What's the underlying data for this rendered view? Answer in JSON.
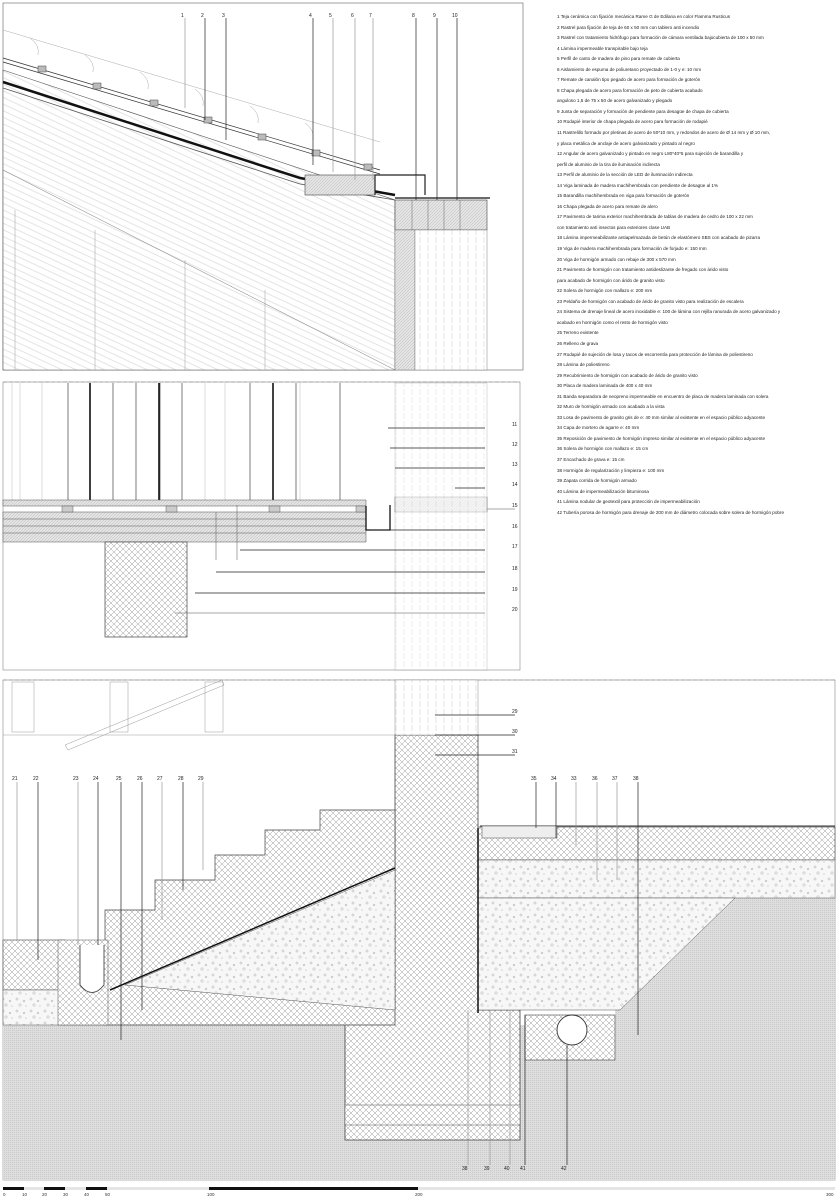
{
  "drawing": {
    "type": "construction-section-detail",
    "panels": [
      "roof-eave-section",
      "ceiling-floor-section",
      "foundation-stair-section"
    ]
  },
  "callouts": {
    "top": [
      "1",
      "2",
      "3",
      "4",
      "5",
      "6",
      "7",
      "8",
      "9",
      "10"
    ],
    "right_middle": [
      "11",
      "12",
      "13",
      "14",
      "15",
      "16",
      "17",
      "18",
      "19",
      "20"
    ],
    "right_lower": [
      "29",
      "30",
      "31"
    ],
    "bottom_left": [
      "21",
      "22",
      "23",
      "24",
      "25",
      "26",
      "27",
      "28",
      "29"
    ],
    "bottom_right": [
      "35",
      "34",
      "33",
      "36",
      "37",
      "38"
    ],
    "foot": [
      "38",
      "39",
      "40",
      "41",
      "42"
    ]
  },
  "legend": {
    "items": [
      "1 Teja cerámica con fijación mecánica Rame G de Edilana en color Flamma Rusticus",
      "2 Rastrel para fijación de teja de 60 x 50 mm con tablero anti incendio",
      "3 Rastrel con tratamiento hidrófugo para formación de cámara ventilada bajocubierta de 100 x 50 mm",
      "4 Lámina impermeable transpirable bajo teja",
      "5 Perfil de canto de madera de pino para remate de cubierta",
      "6 Aislamiento de espuma de poliuretano proyectado de 1-0 y e: 10 mm",
      "7 Remate de canalón tipo pegado de acero para formación de goterón",
      "8 Chapa plegada de acero para formación de peto de cubierta acabado",
      "anguloso 1,5 de 75 x 50 de acero galvanizado y plegado",
      "9 Junta de separación y formación de pendiente para desagüe de chapa de cubierta",
      "10 Rodapié interior de chapa plegada de acero para formación de rodapié",
      "11 Rastrelillo formado por pletinas de acero de 50*10 mm, y redondos de acero de Ø 14 mm y Ø 10 mm,",
      "y placa metálica de anclaje de acero galvanizado y pintado al negro",
      "12 Angular de acero galvanizado y pintado en negro L80*40*5 para sujeción de barandilla y",
      "perfil de aluminio de la tira de iluminación indirecta",
      "13 Perfil de aluminio de la sección de LED de iluminación indirecta",
      "14 Viga laminada de madera machihembrada con pendiente de desagüe al 1%",
      "15 Barandilla machihembrada en viga para formación de goterón",
      "16 Chapa plegada de acero para remate de alero",
      "17 Pavimento de tarima exterior machihembrada de tablas de madera de cedro de 100 x 22 mm",
      "con tratamiento anti insectos para exteriores clase UAB",
      "18 Lámina impermeabilizante antiapelmazada de betún de elastómero SBS con acabado de pizarra",
      "19 Viga de madera machihembrada para formación de forjado e: 150 mm",
      "20 Viga de hormigón armado con rebaje de 300 x 570 mm",
      "21 Pavimento de hormigón con tratamiento antideslizante de fregado con árido visto",
      "para acabado de hormigón con árido de granito visto",
      "22 Solera de hormigón con mallazo e: 200 mm",
      "23 Peldaño de hormigón con acabado de árido de granito visto para realización de escalera",
      "24 Sistema de drenaje lineal de acero inoxidable e: 100 de lámina con rejilla ranurada de acero galvanizado y",
      "acabado en hormigón como el resto de hormigón visto",
      "25 Terreno existente",
      "26 Relleno de grava",
      "27 Rodapié de sujeción de losa y tacos de escorrentía para protección de lámina de poliestireno",
      "28 Lámina de poliestireno",
      "29 Recubrimiento de hormigón con acabado de árido de granito visto",
      "30 Placa de madera laminada de 400 x 40 mm",
      "31 Banda separadora de neopreno impermeable en encuentro de placa de madera laminada con solera",
      "32 Muro de hormigón armado con acabado a la vista",
      "33 Losa de pavimento de granito gris de e: 40 mm similar al existente en el espacio público adyacente",
      "34 Capa de mortero de agarre e: 40 mm",
      "35 Reposición de pavimento de hormigón impreso similar al existente en el espacio público adyacente",
      "36 Solera de hormigón con mallazo e: 15 cm",
      "37 Encachado de grava e: 15 cm",
      "38 Hormigón de regularización y limpieza e: 100 mm",
      "39 Zapata corrida de hormigón armado",
      "40 Lámina de impermeabilización bituminosa",
      "41 Lámina nodular de geotextil para protección de impermeabilización",
      "42 Tubería porosa de hormigón para drenaje de 200 mm de diámetro colocada sobre solera de hormigón pobre"
    ]
  },
  "scale_bar": {
    "labels": [
      "0",
      "10",
      "20",
      "30",
      "40",
      "50",
      "100",
      "200",
      "300"
    ]
  },
  "colors": {
    "line": "#333333",
    "hatch_light": "#bdbdbd",
    "gravel_bg": "#f4f4f4",
    "ground": "#dcdcdc"
  }
}
